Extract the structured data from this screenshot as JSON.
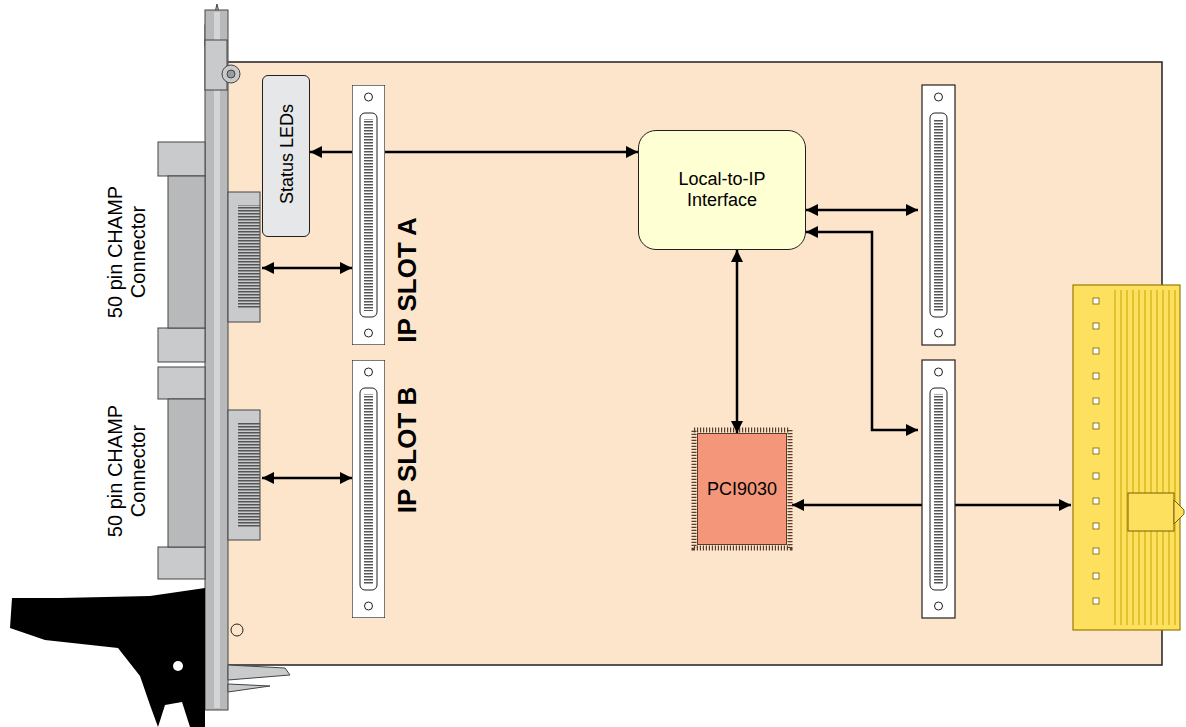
{
  "diagram": {
    "nodes": [
      {
        "text": [
          "50 pin CHAMP Connector"
        ]
      },
      {
        "text": [
          "Status LEDs"
        ]
      },
      {
        "text": [
          "IP SLOT A"
        ]
      },
      {
        "text": [
          "50 pin CHAMP Connector"
        ]
      },
      {
        "text": [
          "IP SLOT B"
        ]
      },
      {
        "text": [
          "Local-to-IP Interface"
        ]
      },
      {
        "text": [
          "PCI9030"
        ]
      }
    ],
    "edges": [
      {
        "from": 0,
        "to": 2,
        "arrow": "both"
      },
      {
        "from": 1,
        "to": 5,
        "arrow": "both"
      },
      {
        "from": 3,
        "to": 4,
        "arrow": "both"
      },
      {
        "from": 5,
        "to": 6,
        "arrow": "both"
      }
    ]
  }
}
